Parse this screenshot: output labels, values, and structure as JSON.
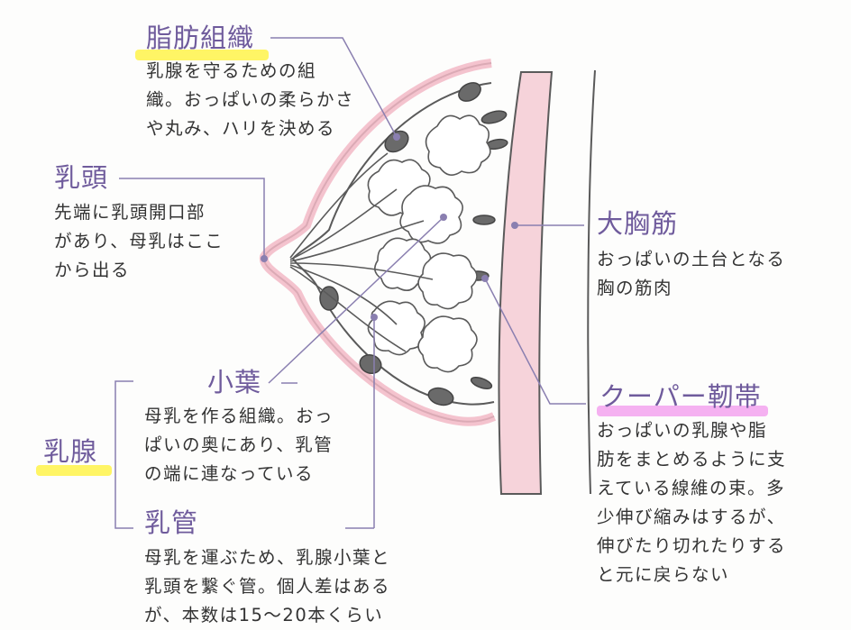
{
  "labels": {
    "fat": {
      "title": "脂肪組織",
      "lines": [
        "乳腺を守るための組",
        "織。おっぱいの柔らかさ",
        "や丸み、ハリを決める"
      ]
    },
    "nipple": {
      "title": "乳頭",
      "lines": [
        "先端に乳頭開口部",
        "があり、母乳はここ",
        "から出る"
      ]
    },
    "pectoralis": {
      "title": "大胸筋",
      "lines": [
        "おっぱいの土台となる",
        "胸の筋肉"
      ]
    },
    "cooper": {
      "title": "クーパー靭帯",
      "lines": [
        "おっぱいの乳腺や脂",
        "肪をまとめるように支",
        "えている線維の束。多",
        "少伸び縮みはするが、",
        "伸びたり切れたりする",
        "と元に戻らない"
      ]
    },
    "lobule": {
      "title": "小葉",
      "lines": [
        "母乳を作る組織。おっ",
        "ぱいの奥にあり、乳管",
        "の端に連なっている"
      ]
    },
    "mammary": {
      "title": "乳腺"
    },
    "duct": {
      "title": "乳管",
      "lines": [
        "母乳を運ぶため、乳腺小葉と",
        "乳頭を繋ぐ管。個人差はある",
        "が、本数は15〜20本くらい"
      ]
    }
  },
  "colors": {
    "heading": "#6f5b9c",
    "leader": "#8a7fb0",
    "skin": "#f6d3da",
    "fat_blob": "#6a6a6a",
    "highlight_yellow": "#fff34a",
    "highlight_pink": "#f3a3ef"
  }
}
